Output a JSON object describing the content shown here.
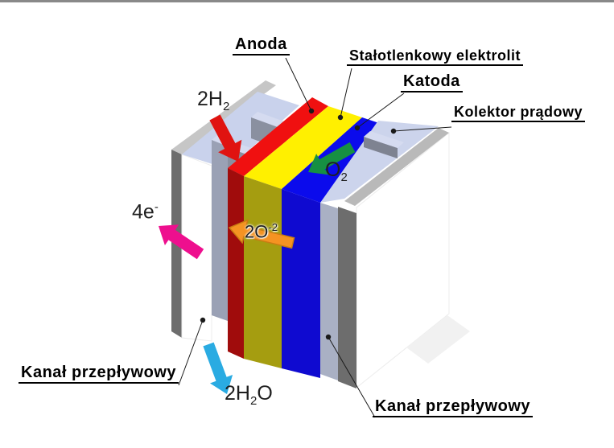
{
  "labels": {
    "anoda": "Anoda",
    "elektrolit": "Stałotlenkowy elektrolit",
    "katoda": "Katoda",
    "kolektor": "Kolektor prądowy",
    "kanal_left": "Kanał przepływowy",
    "kanal_right": "Kanał przepływowy"
  },
  "species": {
    "h2": {
      "base": "2H",
      "sub": "2"
    },
    "o2": {
      "base": "O",
      "sub": "2"
    },
    "e4": {
      "base": "4e",
      "sup": "-"
    },
    "oxide": {
      "base": "2O",
      "sup": "-2"
    },
    "water": {
      "base": "2H",
      "sub": "2",
      "tail": "O"
    }
  },
  "arrows": [
    {
      "id": "h2-arrow",
      "species": "2H2",
      "color": "#e01310",
      "direction": "down-into-anode-channel"
    },
    {
      "id": "o2-arrow",
      "species": "O2",
      "color": "#169042",
      "direction": "down-left-onto-cathode"
    },
    {
      "id": "e4-arrow",
      "species": "4e-",
      "color": "#ee0f8e",
      "direction": "up-left-out-of-cell"
    },
    {
      "id": "oxide-arrow",
      "species": "2O-2",
      "color": "#f59322",
      "direction": "left-through-electrolyte"
    },
    {
      "id": "water-arrow",
      "species": "2H2O",
      "color": "#2aabe2",
      "direction": "down-out-of-anode-channel"
    }
  ],
  "colors": {
    "anode_top": "#f01010",
    "electrolyte_top": "#fff000",
    "cathode_top": "#0b0bec",
    "anode_front": "#a00c0c",
    "electrolyte_front": "#a59d10",
    "cathode_front": "#0f0ad0",
    "collector_surface": "#ccd4ec",
    "channel_floor": "#c9d2ec",
    "rib_gray": "#8a90a0",
    "rib_top": "#d5dbf0",
    "cathode_rib": "#7e8391",
    "pillar_left": "#9aa1b5",
    "pillar_right": "#a9b0c4",
    "plate_edge_dark": "#6d6d6d",
    "plate_top_left": "#c6c6c6",
    "plate_top_right": "#b9b9b9",
    "plate_face": "#ffffff",
    "plate_shadow": "#f1f1f1",
    "leader_line": "#1a1a1a",
    "top_bar": "#898989"
  }
}
